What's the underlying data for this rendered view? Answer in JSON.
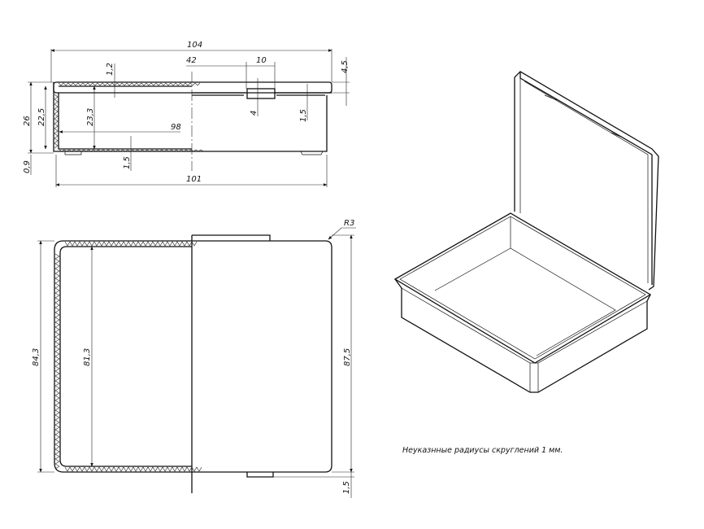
{
  "section_view": {
    "dimensions": {
      "overall_length": "104",
      "hinge_offset": "42",
      "hinge_width": "10",
      "lid_height": "4,5",
      "lid_wall": "1,2",
      "total_height": "26",
      "inner_height": "22,5",
      "inner_depth": "23,3",
      "inner_length": "98",
      "hinge_height": "4",
      "lid_flange": "1,5",
      "foot_height": "0,9",
      "bottom_wall": "1,5",
      "base_length": "101"
    }
  },
  "plan_view": {
    "dimensions": {
      "corner_radius": "R3",
      "outer_width": "84,3",
      "inner_width": "81,3",
      "lid_width": "87,5",
      "flange_offset": "1,5"
    }
  },
  "note": "Неуказнные радиусы скруглений 1 мм."
}
